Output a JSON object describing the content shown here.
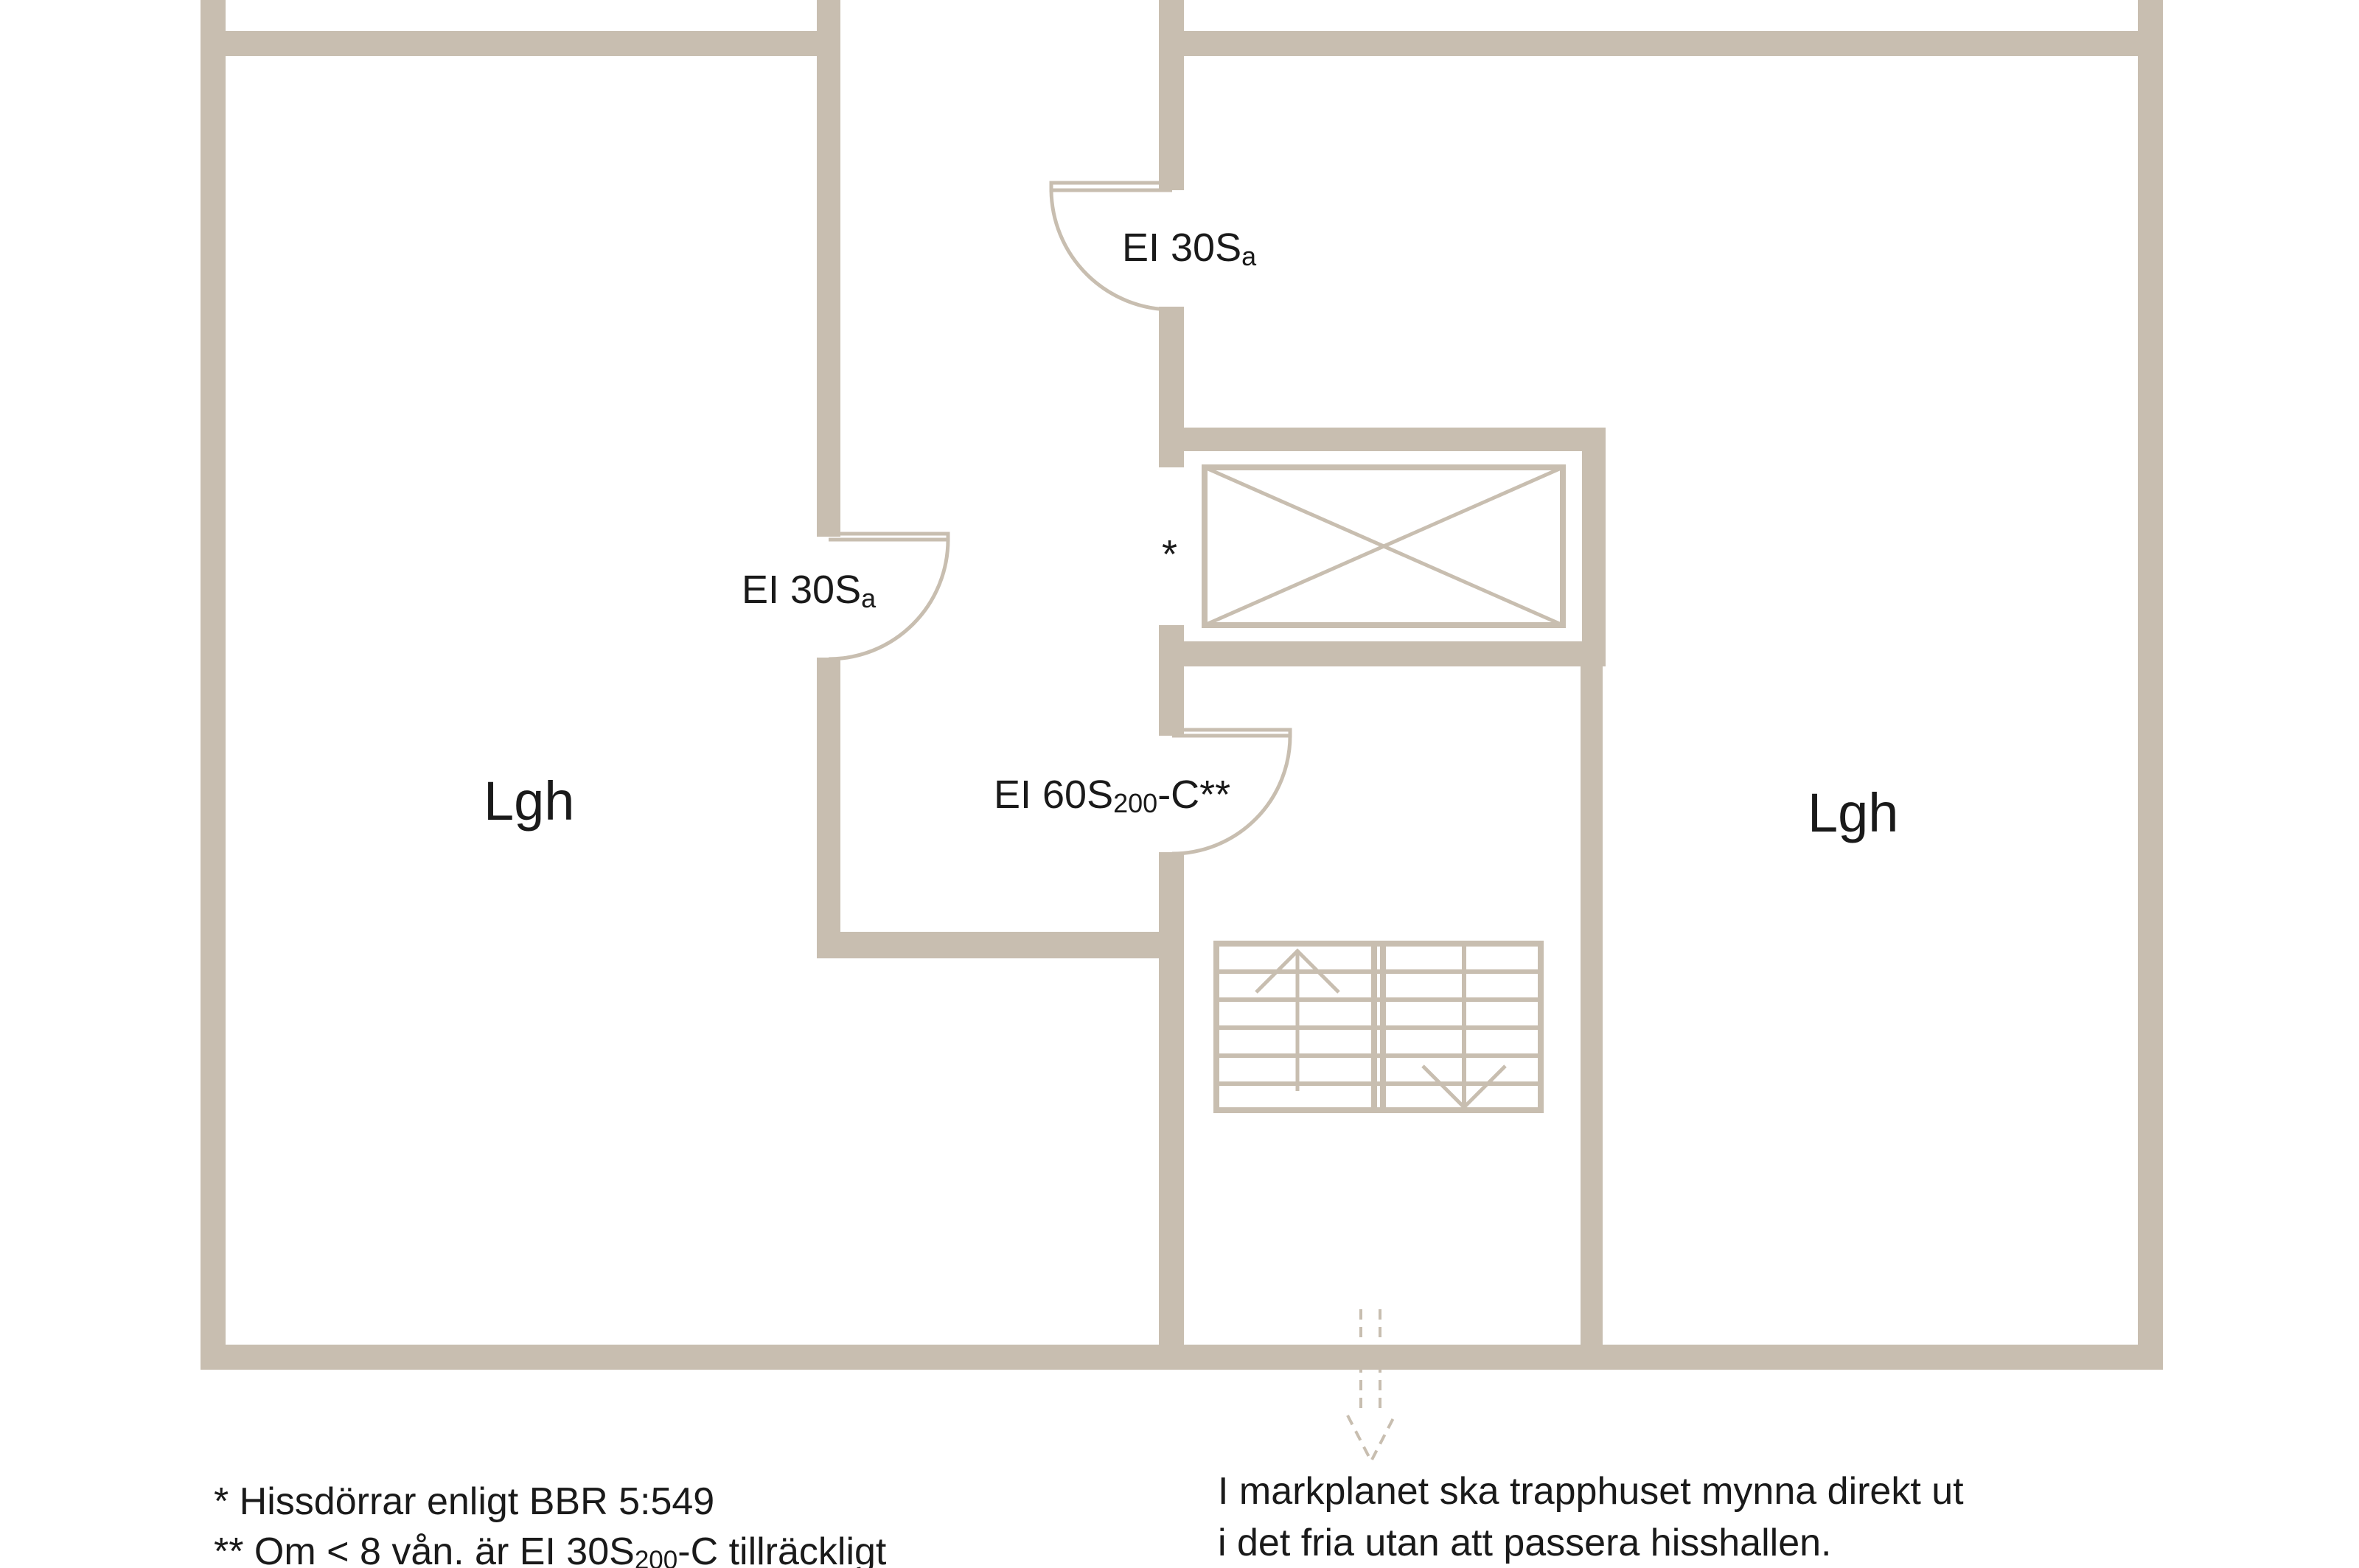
{
  "rooms": {
    "left": "Lgh",
    "right": "Lgh"
  },
  "doors": {
    "upper_right": {
      "main": "EI 30S",
      "sub": "a"
    },
    "left": {
      "main": "EI 30S",
      "sub": "a"
    },
    "stair": {
      "main": "EI 60S",
      "sub": "200",
      "suffix": "-C**"
    }
  },
  "elevator_marker": "*",
  "notes": {
    "note1": "*  Hissdörrar enligt BBR 5:549",
    "note2_pre": "** Om < 8 vån. är EI 30S",
    "note2_sub": "200",
    "note2_post": "-C tillräckligt",
    "exit_line1": "I markplanet ska trapphuset mynna direkt ut",
    "exit_line2": "i det fria utan att passera hisshallen."
  },
  "colors": {
    "wall": "#c8beb0",
    "text": "#1a1a1a",
    "background": "#ffffff"
  }
}
